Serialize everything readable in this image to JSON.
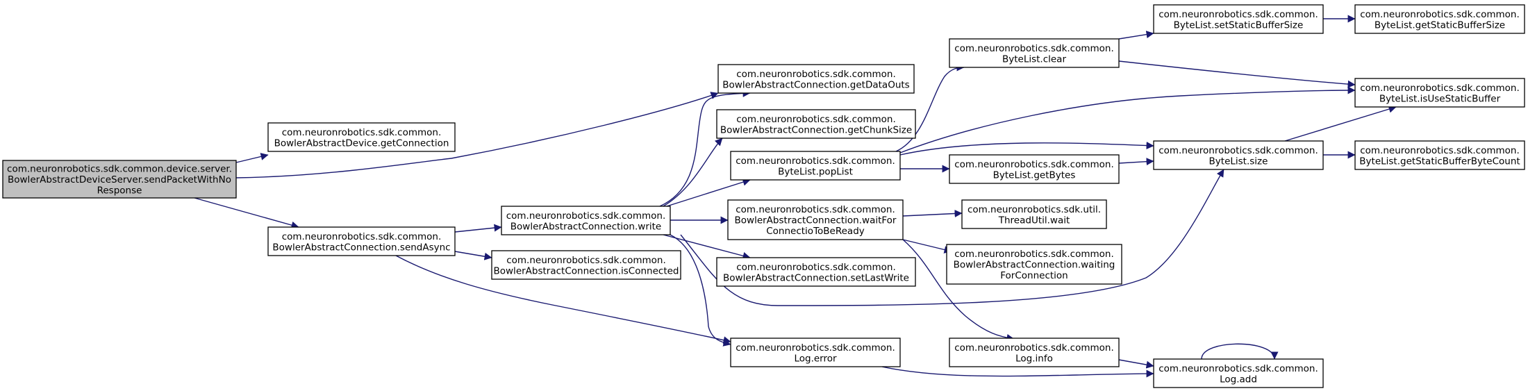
{
  "diagram": {
    "type": "call-graph",
    "colors": {
      "focus_fill": "#bfbfbf",
      "node_fill": "#ffffff",
      "node_border": "#000000",
      "edge": "#191970"
    },
    "nodes": [
      {
        "id": "root",
        "lines": [
          "com.neuronrobotics.sdk.common.device.server.",
          "BowlerAbstractDeviceServer.sendPacketWithNo",
          "Response"
        ],
        "focus": true
      },
      {
        "id": "bad_getConnection",
        "lines": [
          "com.neuronrobotics.sdk.common.",
          "BowlerAbstractDevice.getConnection"
        ]
      },
      {
        "id": "bac_sendAsync",
        "lines": [
          "com.neuronrobotics.sdk.common.",
          "BowlerAbstractConnection.sendAsync"
        ]
      },
      {
        "id": "bac_getDataOuts",
        "lines": [
          "com.neuronrobotics.sdk.common.",
          "BowlerAbstractConnection.getDataOuts"
        ]
      },
      {
        "id": "bac_write",
        "lines": [
          "com.neuronrobotics.sdk.common.",
          "BowlerAbstractConnection.write"
        ]
      },
      {
        "id": "bac_isConnected",
        "lines": [
          "com.neuronrobotics.sdk.common.",
          "BowlerAbstractConnection.isConnected"
        ]
      },
      {
        "id": "log_error",
        "lines": [
          "com.neuronrobotics.sdk.common.",
          "Log.error"
        ]
      },
      {
        "id": "bac_getChunkSize",
        "lines": [
          "com.neuronrobotics.sdk.common.",
          "BowlerAbstractConnection.getChunkSize"
        ]
      },
      {
        "id": "bl_popList",
        "lines": [
          "com.neuronrobotics.sdk.common.",
          "ByteList.popList"
        ]
      },
      {
        "id": "bac_waitFor",
        "lines": [
          "com.neuronrobotics.sdk.common.",
          "BowlerAbstractConnection.waitFor",
          "ConnectioToBeReady"
        ]
      },
      {
        "id": "bac_setLastWrite",
        "lines": [
          "com.neuronrobotics.sdk.common.",
          "BowlerAbstractConnection.setLastWrite"
        ]
      },
      {
        "id": "bl_clear",
        "lines": [
          "com.neuronrobotics.sdk.common.",
          "ByteList.clear"
        ]
      },
      {
        "id": "bl_getBytes",
        "lines": [
          "com.neuronrobotics.sdk.common.",
          "ByteList.getBytes"
        ]
      },
      {
        "id": "tu_wait",
        "lines": [
          "com.neuronrobotics.sdk.util.",
          "ThreadUtil.wait"
        ]
      },
      {
        "id": "bac_waitingFor",
        "lines": [
          "com.neuronrobotics.sdk.common.",
          "BowlerAbstractConnection.waiting",
          "ForConnection"
        ]
      },
      {
        "id": "log_info",
        "lines": [
          "com.neuronrobotics.sdk.common.",
          "Log.info"
        ]
      },
      {
        "id": "bl_setStatic",
        "lines": [
          "com.neuronrobotics.sdk.common.",
          "ByteList.setStaticBufferSize"
        ]
      },
      {
        "id": "bl_size",
        "lines": [
          "com.neuronrobotics.sdk.common.",
          "ByteList.size"
        ]
      },
      {
        "id": "log_add",
        "lines": [
          "com.neuronrobotics.sdk.common.",
          "Log.add"
        ]
      },
      {
        "id": "bl_getStatic",
        "lines": [
          "com.neuronrobotics.sdk.common.",
          "ByteList.getStaticBufferSize"
        ]
      },
      {
        "id": "bl_isUseStatic",
        "lines": [
          "com.neuronrobotics.sdk.common.",
          "ByteList.isUseStaticBuffer"
        ]
      },
      {
        "id": "bl_getStaticCount",
        "lines": [
          "com.neuronrobotics.sdk.common.",
          "ByteList.getStaticBufferByteCount"
        ]
      }
    ],
    "edges": [
      {
        "from": "root",
        "to": "bad_getConnection"
      },
      {
        "from": "root",
        "to": "bac_getDataOuts"
      },
      {
        "from": "root",
        "to": "bac_sendAsync"
      },
      {
        "from": "bac_sendAsync",
        "to": "bac_write"
      },
      {
        "from": "bac_sendAsync",
        "to": "bac_isConnected"
      },
      {
        "from": "bac_sendAsync",
        "to": "log_error"
      },
      {
        "from": "bac_write",
        "to": "bac_getDataOuts"
      },
      {
        "from": "bac_write",
        "to": "bac_getChunkSize"
      },
      {
        "from": "bac_write",
        "to": "bl_popList"
      },
      {
        "from": "bac_write",
        "to": "bac_waitFor"
      },
      {
        "from": "bac_write",
        "to": "bac_setLastWrite"
      },
      {
        "from": "bac_write",
        "to": "log_error"
      },
      {
        "from": "bac_write",
        "to": "bl_size"
      },
      {
        "from": "bl_popList",
        "to": "bl_clear"
      },
      {
        "from": "bl_popList",
        "to": "bl_isUseStatic"
      },
      {
        "from": "bl_popList",
        "to": "bl_size"
      },
      {
        "from": "bl_popList",
        "to": "bl_getBytes"
      },
      {
        "from": "bl_clear",
        "to": "bl_setStatic"
      },
      {
        "from": "bl_clear",
        "to": "bl_isUseStatic"
      },
      {
        "from": "bl_setStatic",
        "to": "bl_getStatic"
      },
      {
        "from": "bl_getBytes",
        "to": "bl_size"
      },
      {
        "from": "bl_size",
        "to": "bl_isUseStatic"
      },
      {
        "from": "bl_size",
        "to": "bl_getStaticCount"
      },
      {
        "from": "bac_waitFor",
        "to": "tu_wait"
      },
      {
        "from": "bac_waitFor",
        "to": "bac_waitingFor"
      },
      {
        "from": "bac_waitFor",
        "to": "log_info"
      },
      {
        "from": "log_error",
        "to": "log_add"
      },
      {
        "from": "log_info",
        "to": "log_add"
      },
      {
        "from": "log_add",
        "to": "log_add"
      }
    ]
  }
}
